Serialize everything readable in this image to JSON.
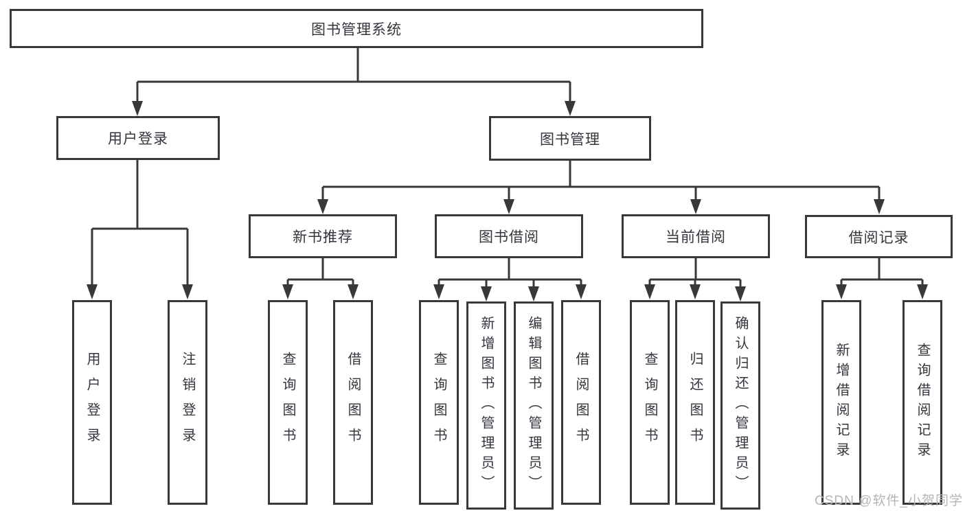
{
  "diagram_type": "hierarchy-tree",
  "watermark": {
    "text": "CSDN @软件_小贺同学"
  },
  "colors": {
    "line": "#383838",
    "box_fill": "#ffffff",
    "text": "#33363c",
    "watermark": "#b5b5b5",
    "background": "#ffffff"
  },
  "tree": {
    "label": "图书管理系统",
    "children": [
      {
        "label": "用户登录",
        "children": [
          {
            "label": "用户登录"
          },
          {
            "label": "注销登录"
          }
        ]
      },
      {
        "label": "图书管理",
        "children": [
          {
            "label": "新书推荐",
            "children": [
              {
                "label": "查询图书"
              },
              {
                "label": "借阅图书"
              }
            ]
          },
          {
            "label": "图书借阅",
            "children": [
              {
                "label": "查询图书"
              },
              {
                "label": "新增图书（管理员）"
              },
              {
                "label": "编辑图书（管理员）"
              },
              {
                "label": "借阅图书"
              }
            ]
          },
          {
            "label": "当前借阅",
            "children": [
              {
                "label": "查询图书"
              },
              {
                "label": "归还图书"
              },
              {
                "label": "确认归还（管理员）"
              }
            ]
          },
          {
            "label": "借阅记录",
            "children": [
              {
                "label": "新增借阅记录"
              },
              {
                "label": "查询借阅记录"
              }
            ]
          }
        ]
      }
    ]
  }
}
